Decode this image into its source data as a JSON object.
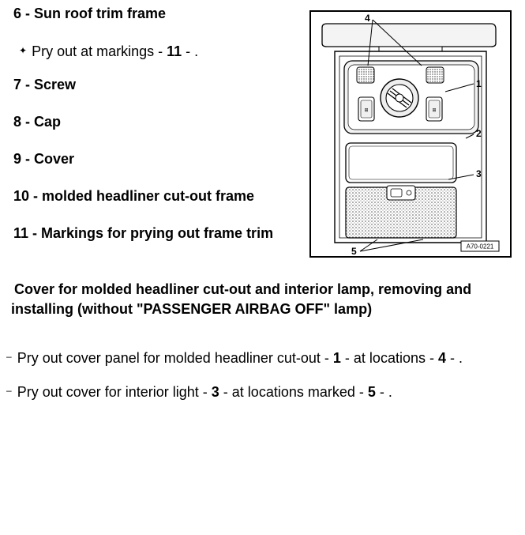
{
  "items": [
    {
      "number": "6",
      "sep": " - ",
      "label": "Sun roof trim frame"
    },
    {
      "number": "7",
      "sep": " - ",
      "label": "Screw"
    },
    {
      "number": "8",
      "sep": " - ",
      "label": "Cap"
    },
    {
      "number": "9",
      "sep": " - ",
      "label": "Cover"
    },
    {
      "number": "10",
      "sep": " - ",
      "label": "molded headliner cut-out frame"
    },
    {
      "number": "11",
      "sep": " - ",
      "label": "Markings for prying out frame trim"
    }
  ],
  "item6_note": {
    "bullet": "✦",
    "pre": "Pry out at markings - ",
    "ref": "11",
    "post": " - ."
  },
  "section_heading": {
    "line1": "Cover for molded headliner cut-out and interior lamp, removing and",
    "line2": "installing (without \"PASSENGER AIRBAG OFF\" lamp)"
  },
  "steps": [
    {
      "dash": "–",
      "parts": [
        {
          "text": "Pry out cover panel for molded headliner cut-out - ",
          "bold": false
        },
        {
          "text": "1",
          "bold": true
        },
        {
          "text": " - at locations - ",
          "bold": false
        },
        {
          "text": "4",
          "bold": true
        },
        {
          "text": " - .",
          "bold": false
        }
      ]
    },
    {
      "dash": "–",
      "parts": [
        {
          "text": "Pry out cover for interior light - ",
          "bold": false
        },
        {
          "text": "3",
          "bold": true
        },
        {
          "text": " - at locations marked - ",
          "bold": false
        },
        {
          "text": "5",
          "bold": true
        },
        {
          "text": " - .",
          "bold": false
        }
      ]
    }
  ],
  "figure": {
    "callouts": [
      "4",
      "1",
      "2",
      "3",
      "5"
    ],
    "code": "A70-0221"
  }
}
